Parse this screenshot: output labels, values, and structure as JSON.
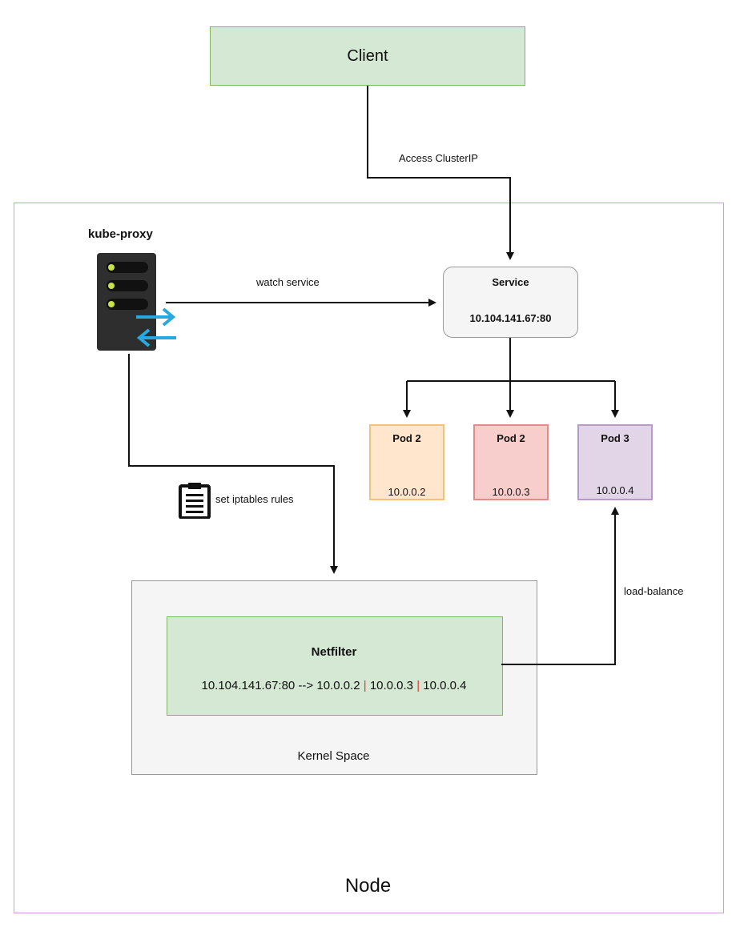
{
  "client": {
    "label": "Client"
  },
  "node": {
    "label": "Node"
  },
  "kube_proxy": {
    "label": "kube-proxy"
  },
  "service": {
    "title": "Service",
    "ip": "10.104.141.67:80"
  },
  "pods": [
    {
      "name": "Pod 2",
      "ip": "10.0.0.2"
    },
    {
      "name": "Pod 2",
      "ip": "10.0.0.3"
    },
    {
      "name": "Pod 3",
      "ip": "10.0.0.4"
    }
  ],
  "kernel": {
    "label": "Kernel Space"
  },
  "netfilter": {
    "title": "Netfilter",
    "rule_prefix": "10.104.141.67:80  --> 10.0.0.2",
    "separator": "|",
    "rule_second": "10.0.0.3",
    "rule_third": "10.0.0.4"
  },
  "edges": {
    "access": "Access ClusterIP",
    "watch": "watch service",
    "iptables": "set iptables rules",
    "load_balance": "load-balance"
  },
  "icons": [
    "server-icon",
    "sync-arrows-icon",
    "clipboard-icon"
  ],
  "colors": {
    "green_fill": "#d5e8d4",
    "orange_fill": "#ffe6cc",
    "red_fill": "#f8cecc",
    "purple_fill": "#e1d5e7",
    "arrow_blue": "#29a8e0",
    "separator_red": "#e53935"
  }
}
